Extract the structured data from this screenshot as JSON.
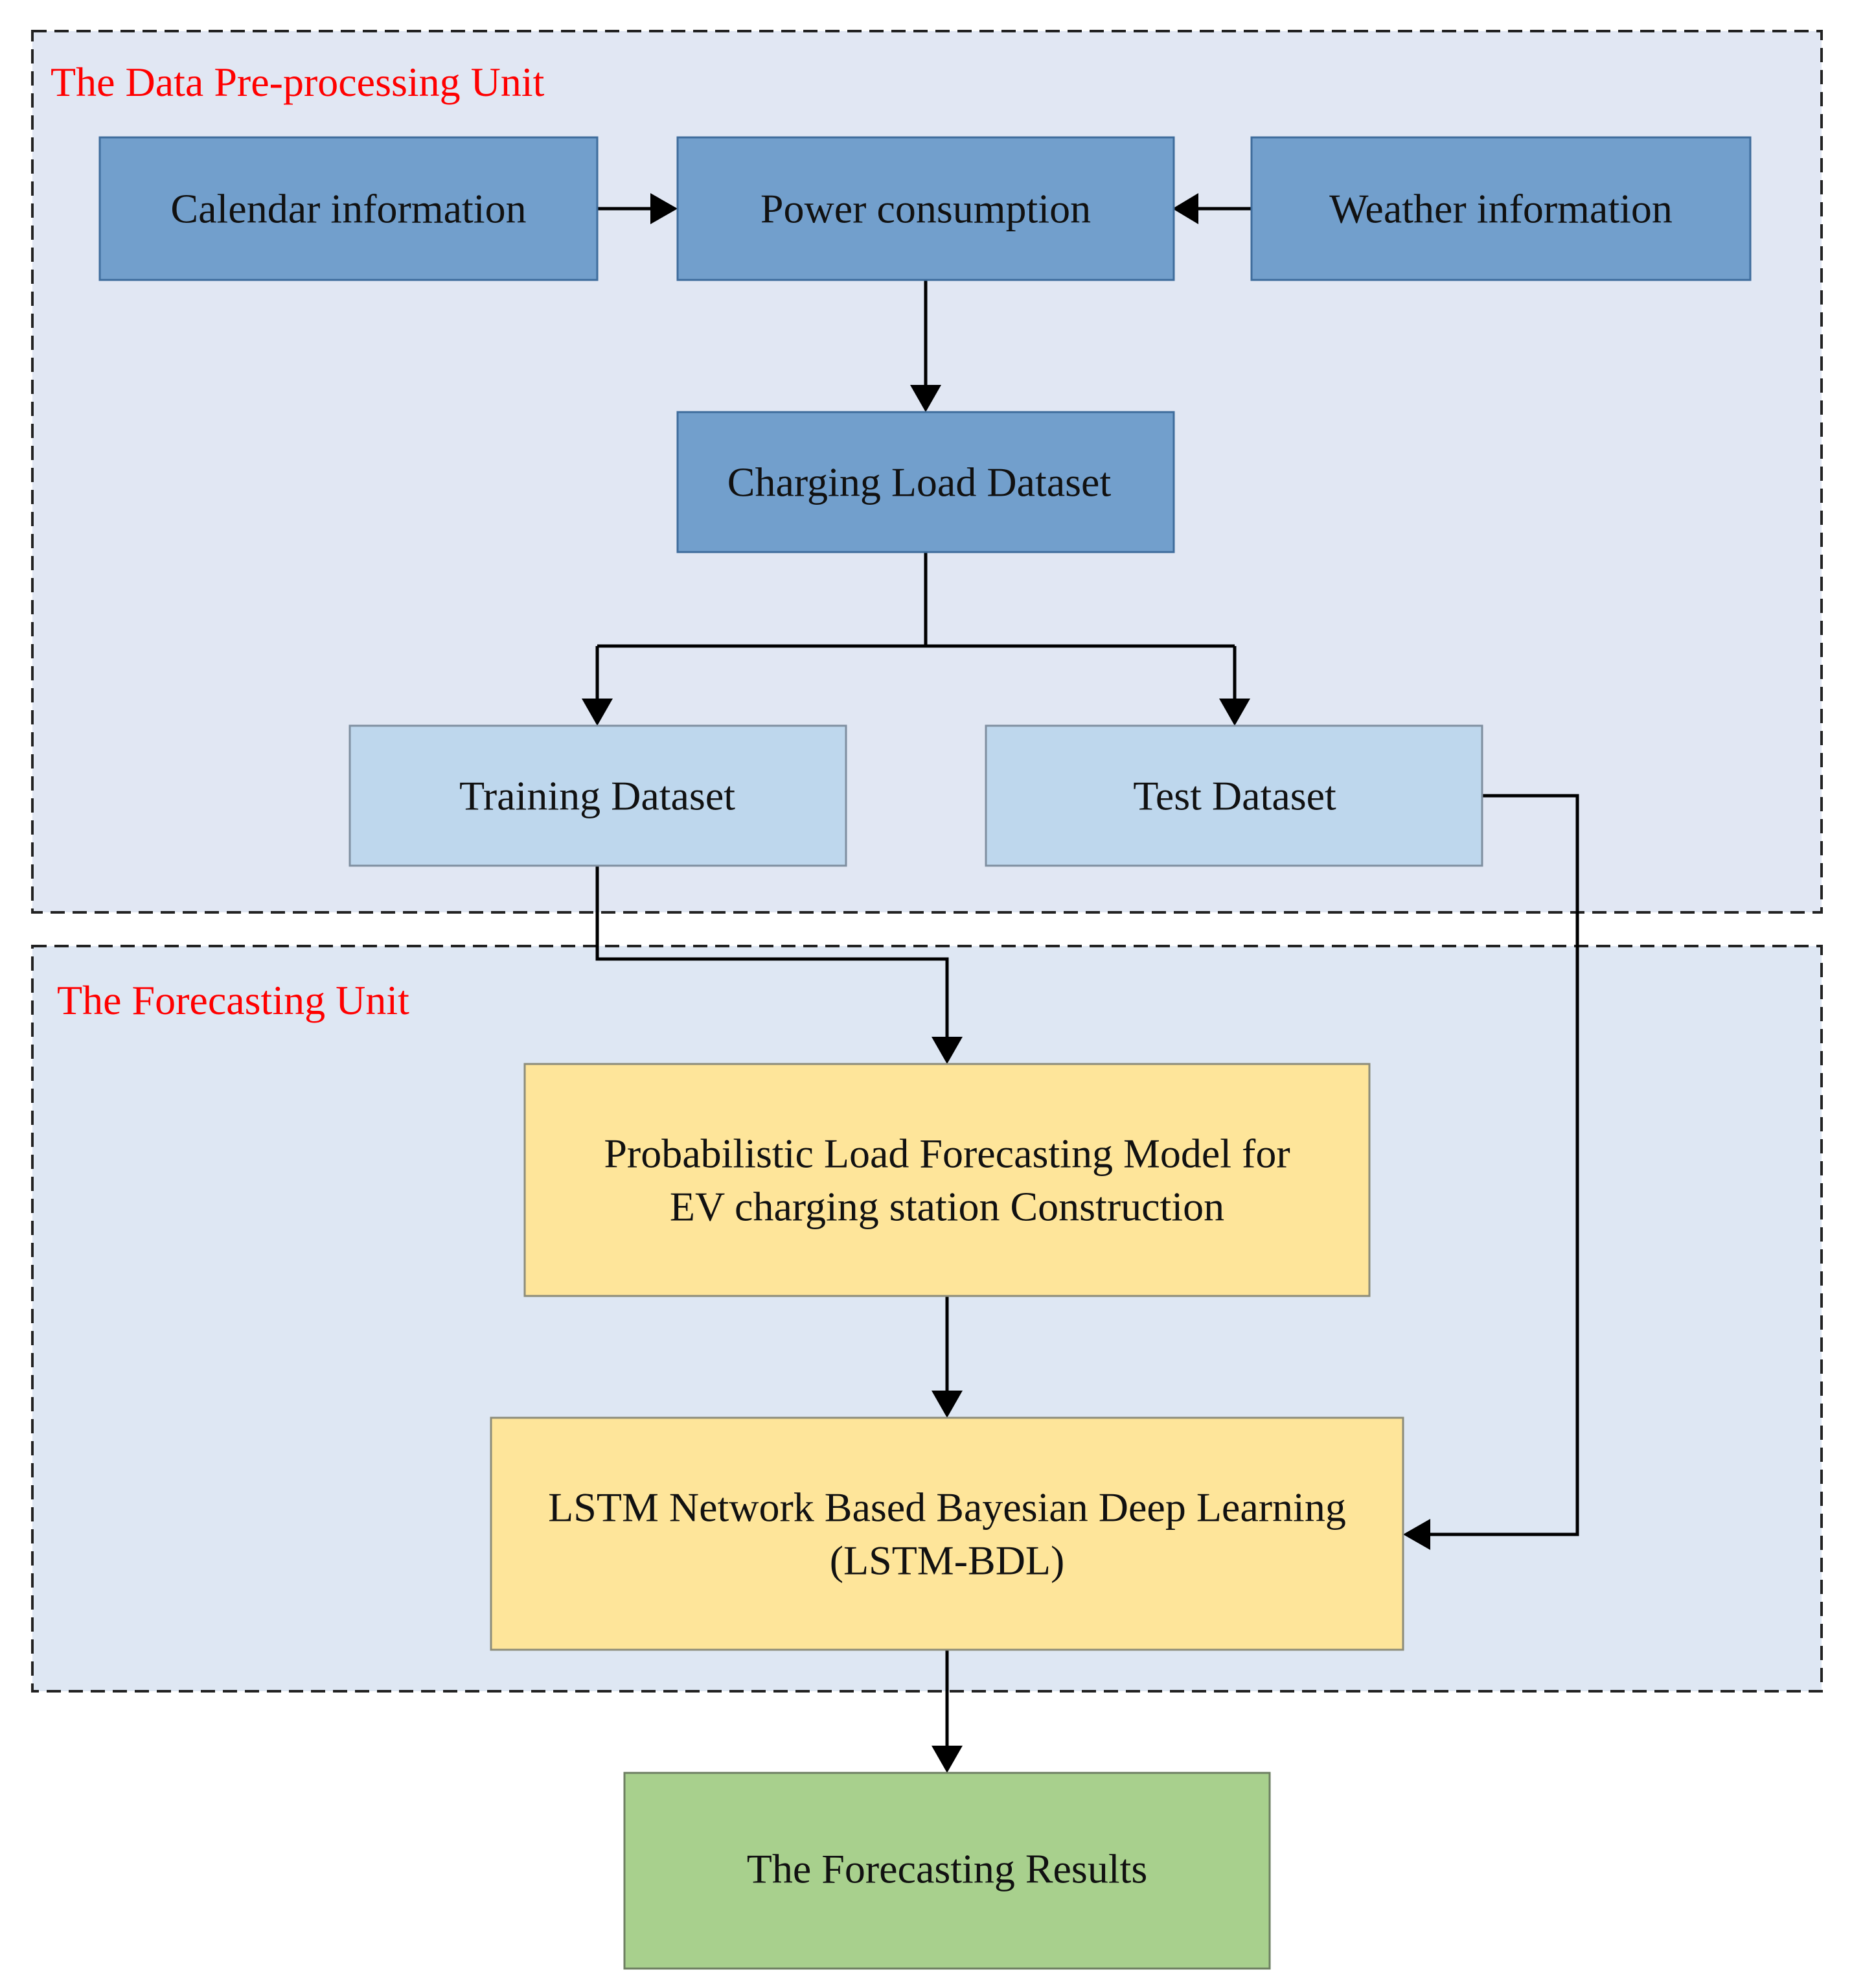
{
  "colors": {
    "preprocessing_region_fill": "#E1E7F3",
    "forecasting_region_fill": "#DEE7F3",
    "region_label": "#FF0000",
    "dark_blue_box": "#729FCC",
    "dark_blue_border": "#3E6C9C",
    "light_blue_box": "#BED7ED",
    "light_blue_border": "#7F8FA0",
    "yellow_box": "#FEE59A",
    "yellow_border": "#8C8C7A",
    "green_box": "#A8D08D",
    "green_border": "#6E7F62",
    "arrow": "#000000"
  },
  "regions": {
    "preprocessing": {
      "label": "The Data Pre-processing Unit"
    },
    "forecasting": {
      "label": "The Forecasting Unit"
    }
  },
  "boxes": {
    "calendar": {
      "label": "Calendar information"
    },
    "power": {
      "label": "Power consumption"
    },
    "weather": {
      "label": "Weather information"
    },
    "charging": {
      "label": "Charging Load Dataset"
    },
    "training": {
      "label": "Training Dataset"
    },
    "test": {
      "label": "Test Dataset"
    },
    "model": {
      "line1": "Probabilistic Load Forecasting Model for",
      "line2": "EV charging station Construction"
    },
    "lstm": {
      "line1": "LSTM Network Based Bayesian Deep Learning",
      "line2": "(LSTM-BDL)"
    },
    "results": {
      "label": "The Forecasting Results"
    }
  },
  "connections": [
    {
      "from": "Calendar information",
      "to": "Power consumption"
    },
    {
      "from": "Weather information",
      "to": "Power consumption"
    },
    {
      "from": "Power consumption",
      "to": "Charging Load Dataset"
    },
    {
      "from": "Charging Load Dataset",
      "to": "Training Dataset"
    },
    {
      "from": "Charging Load Dataset",
      "to": "Test Dataset"
    },
    {
      "from": "Training Dataset",
      "to": "Probabilistic Load Forecasting Model for EV charging station Construction"
    },
    {
      "from": "Test Dataset",
      "to": "LSTM Network Based Bayesian Deep Learning (LSTM-BDL)"
    },
    {
      "from": "Probabilistic Load Forecasting Model for EV charging station Construction",
      "to": "LSTM Network Based Bayesian Deep Learning (LSTM-BDL)"
    },
    {
      "from": "LSTM Network Based Bayesian Deep Learning (LSTM-BDL)",
      "to": "The Forecasting Results"
    }
  ]
}
